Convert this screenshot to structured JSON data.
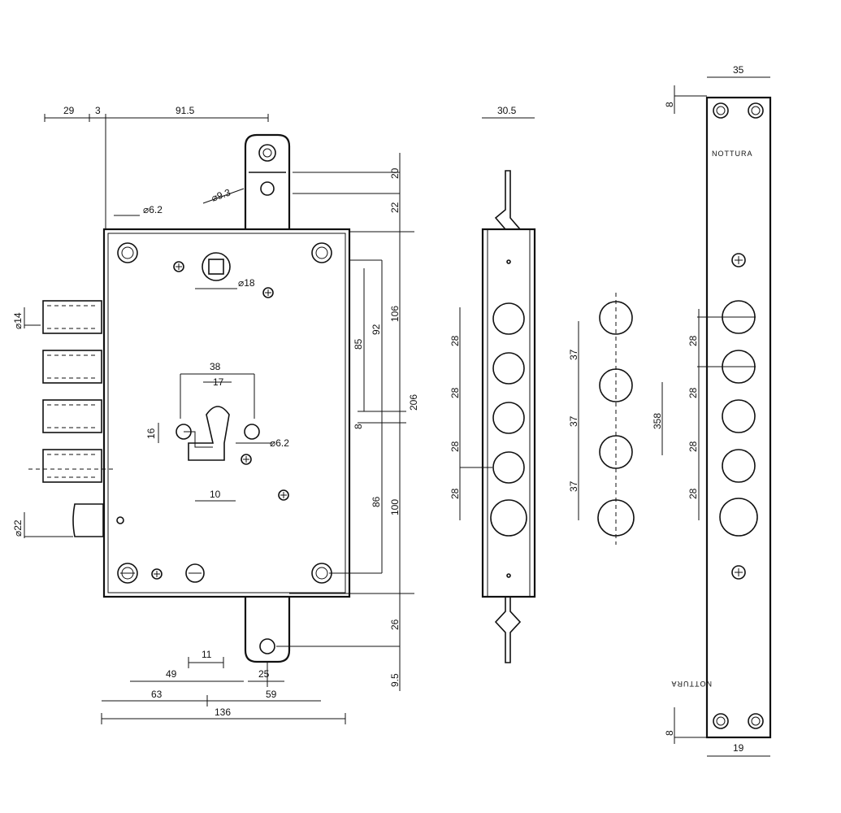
{
  "dimensions": {
    "top_29": "29",
    "top_3": "3",
    "top_91_5": "91.5",
    "d_6_2_top": "⌀6.2",
    "d_9_3": "⌀9.3",
    "d_18": "⌀18",
    "d_14": "⌀14",
    "d_22": "⌀22",
    "w_38": "38",
    "w_17": "17",
    "h_16": "16",
    "d_6_2_mid": "⌀6.2",
    "w_10": "10",
    "v_20": "20",
    "v_22": "22",
    "v_85": "85",
    "v_92": "92",
    "v_106": "106",
    "v_206": "206",
    "v_8": "8",
    "v_86": "86",
    "v_100": "100",
    "v_26": "26",
    "v_9_5": "9.5",
    "b_11": "11",
    "b_49": "49",
    "b_25": "25",
    "b_63": "63",
    "b_59": "59",
    "b_136": "136",
    "w_30_5": "30.5",
    "p_28a": "28",
    "p_28b": "28",
    "p_28c": "28",
    "p_28d": "28",
    "p_37a": "37",
    "p_37b": "37",
    "p_37c": "37",
    "w_35": "35",
    "t_8": "8",
    "h_358": "358",
    "s_28a": "28",
    "s_28b": "28",
    "s_28c": "28",
    "s_28d": "28",
    "b_8": "8",
    "w_19": "19"
  },
  "labels": {
    "brand_top": "NOTTURA",
    "brand_bottom": "NOTTURA"
  }
}
